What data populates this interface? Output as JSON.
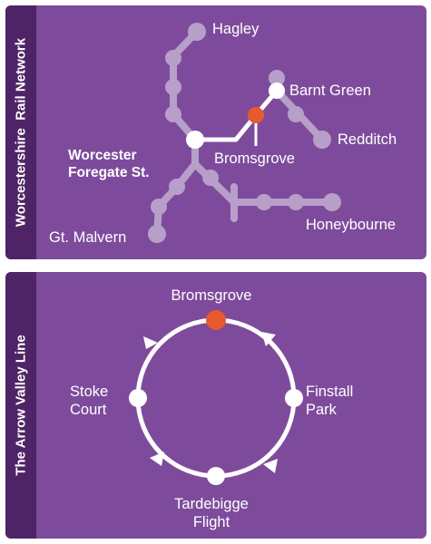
{
  "top_panel": {
    "title_part1": "Worcestershire",
    "title_part2": "Rail Network",
    "stations": {
      "hagley": "Hagley",
      "barnt_green": "Barnt Green",
      "redditch": "Redditch",
      "bromsgrove": "Bromsgrove",
      "worcester_line1": "Worcester",
      "worcester_line2": "Foregate St.",
      "honeybourne": "Honeybourne",
      "gt_malvern": "Gt. Malvern"
    }
  },
  "bottom_panel": {
    "title": "The Arrow Valley Line",
    "stations": {
      "bromsgrove": "Bromsgrove",
      "finstall_line1": "Finstall",
      "finstall_line2": "Park",
      "tardebigge_line1": "Tardebigge",
      "tardebigge_line2": "Flight",
      "stoke_line1": "Stoke",
      "stoke_line2": "Court"
    }
  },
  "colors": {
    "panel": "#7e4b9c",
    "tab": "#4f2466",
    "route": "#b79fc9",
    "highlight": "#ffffff",
    "current_station": "#e85a2e"
  }
}
